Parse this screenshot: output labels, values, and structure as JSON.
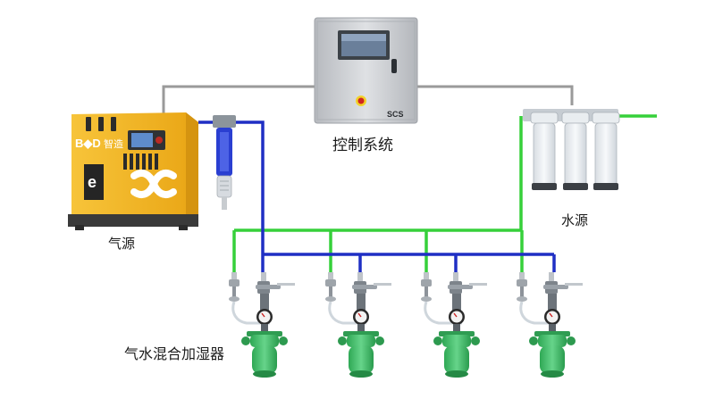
{
  "labels": {
    "control_system": "控制系统",
    "air_source": "气源",
    "water_source": "水源",
    "humidifier": "气水混合加湿器"
  },
  "control_panel": {
    "badge": "SCS"
  },
  "compressor": {
    "brand": "B◆D",
    "brand_cn": "智造"
  },
  "colors": {
    "air_line": "#1f2fc4",
    "water_line": "#36d03a",
    "signal_line": "#9a9a9a",
    "compressor_body": "#f2b21b",
    "humidifier_body": "#3fbf68",
    "cabinet": "#c9ccd0"
  },
  "icons": [
    "filter-icon",
    "pressure-gauge-icon",
    "valve-icon"
  ]
}
